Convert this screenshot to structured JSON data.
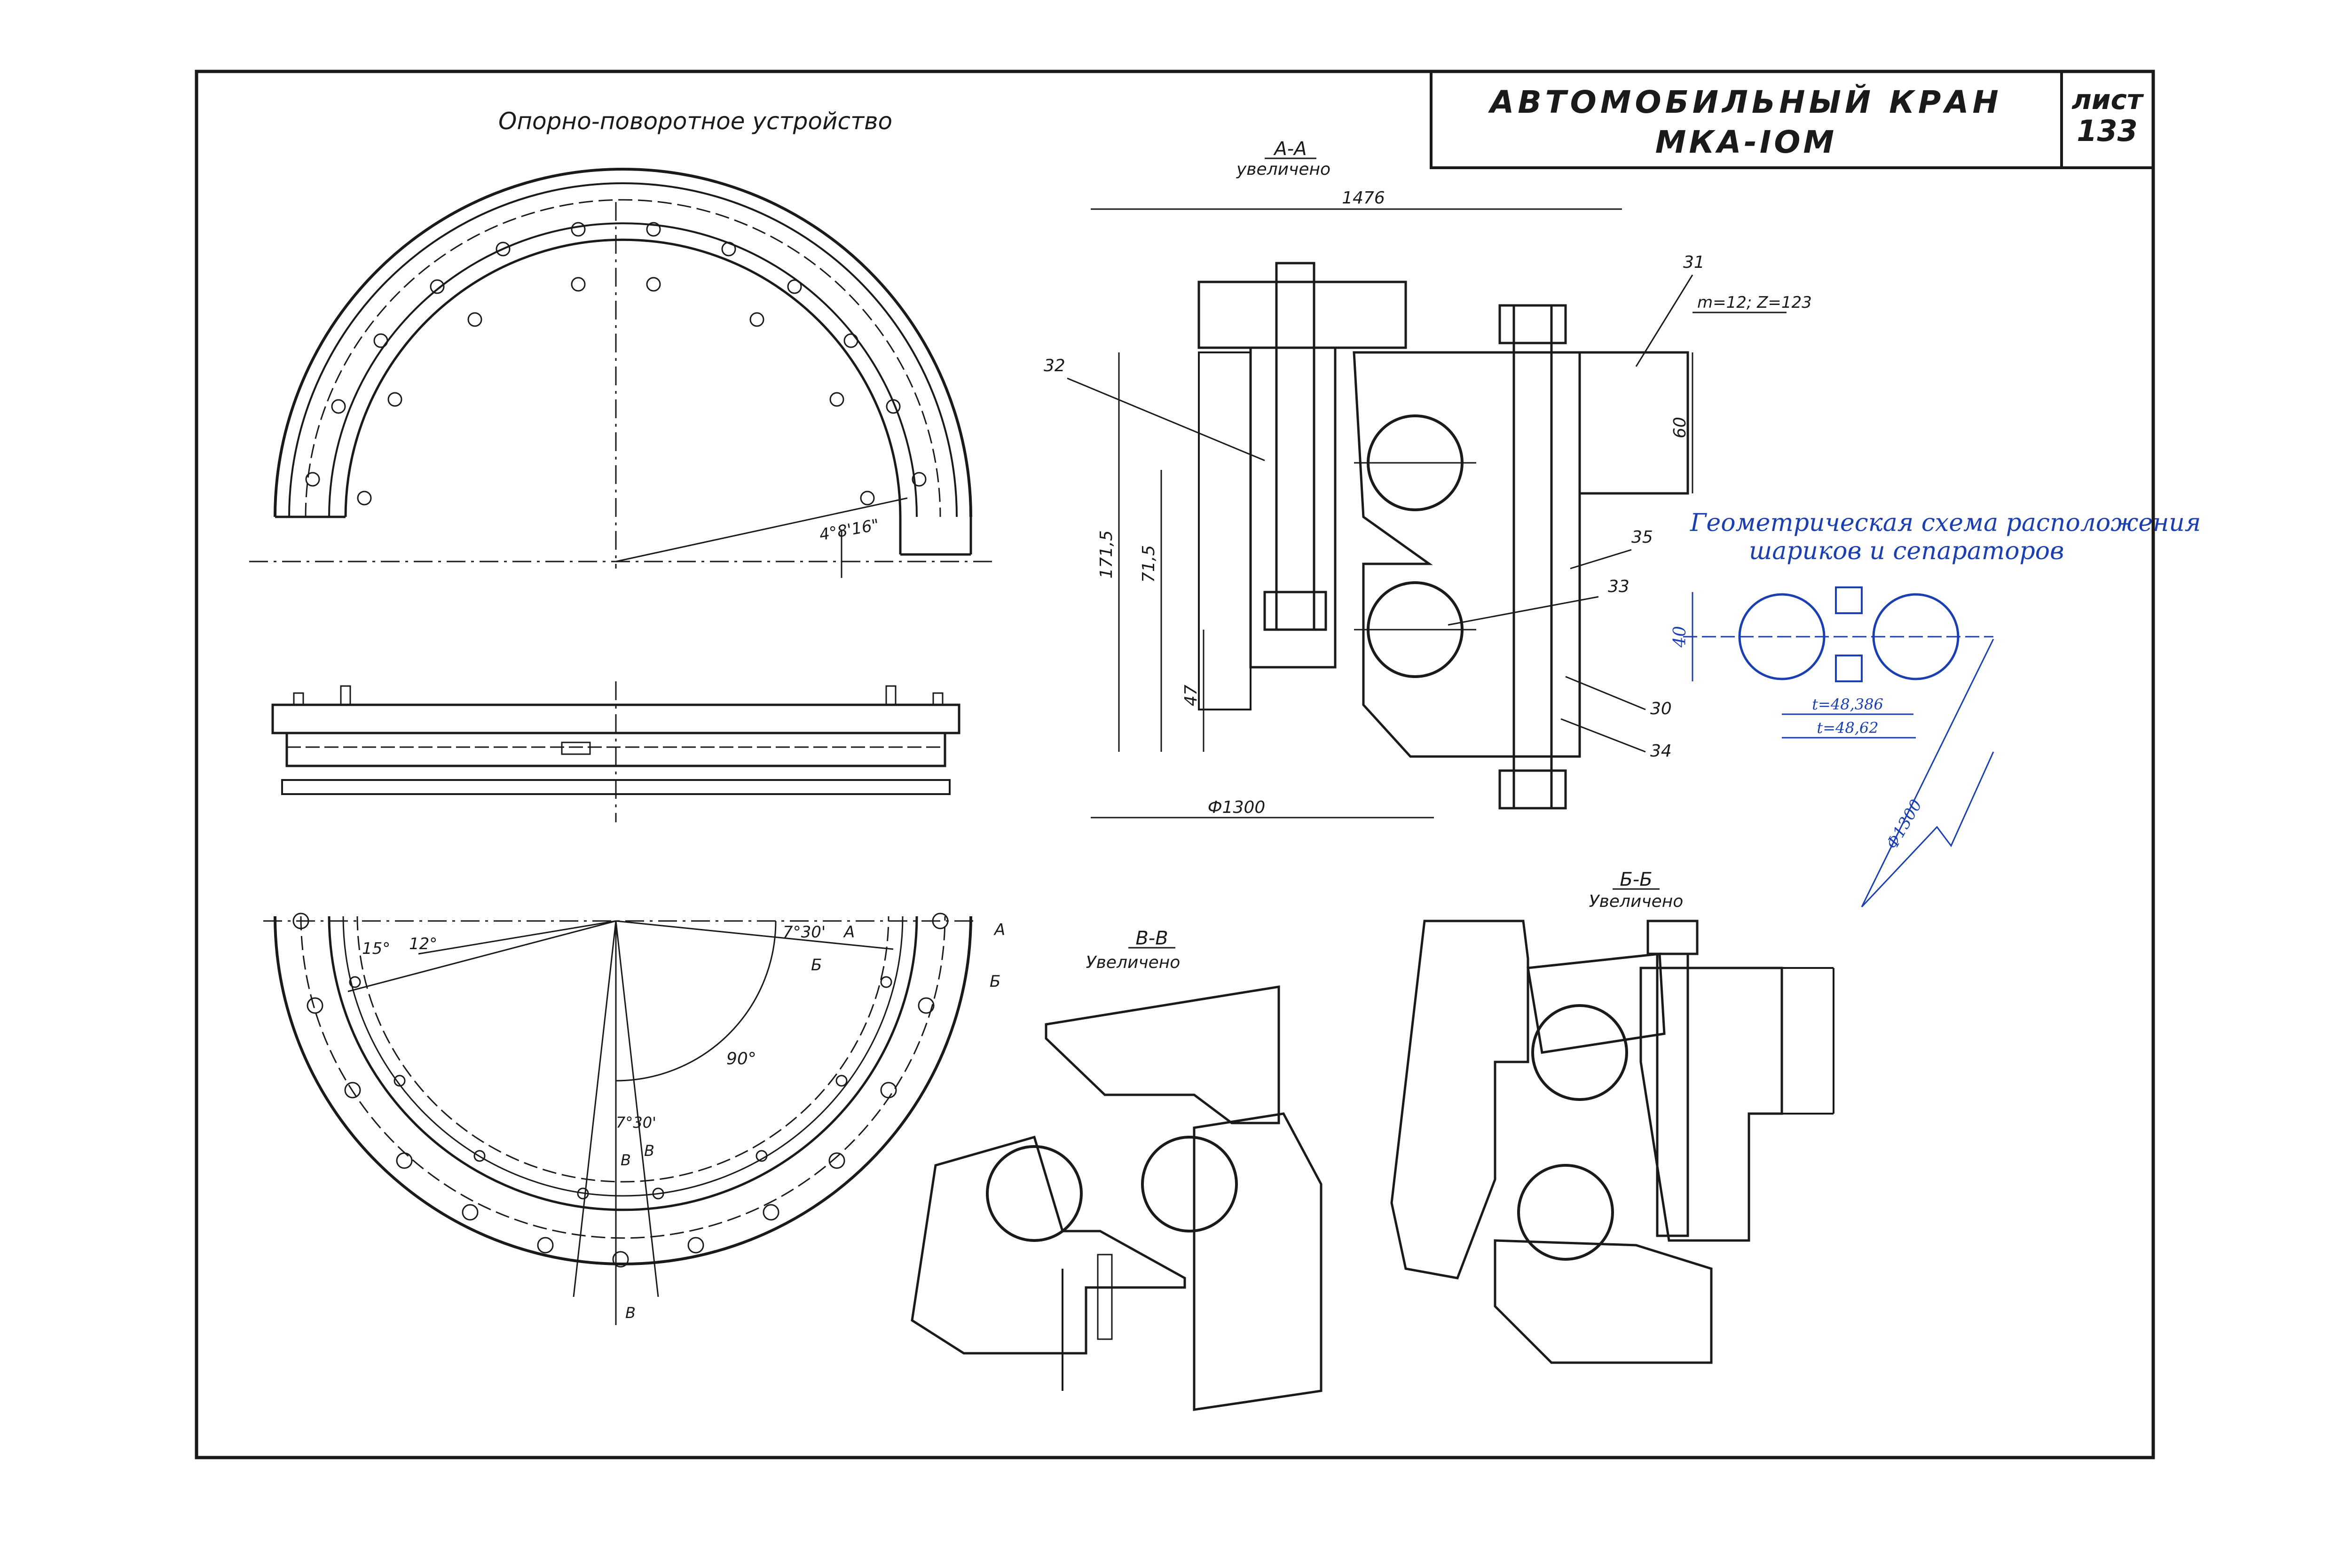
{
  "title_block": {
    "title_line1": "АВТОМОБИЛЬНЫЙ КРАН",
    "title_line2": "МКА-IОМ",
    "sheet_word": "лист",
    "sheet_number": "133"
  },
  "drawing_caption": "Опорно-поворотное устройство",
  "section_aa": {
    "name": "А-А",
    "note": "увеличено",
    "dims": {
      "width_top": "1476",
      "h_total": "171,5",
      "h_mid": "71,5",
      "h_low": "47",
      "h_top": "60",
      "diameter": "Ф1300",
      "gear": "m=12; Z=123"
    },
    "callouts": [
      "31",
      "32",
      "33",
      "35",
      "30",
      "34"
    ]
  },
  "section_vv": {
    "name": "В-В",
    "note": "Увеличено"
  },
  "section_bb": {
    "name": "Б-Б",
    "note": "Увеличено"
  },
  "top_view": {
    "angle": "4°8'16\""
  },
  "bottom_view": {
    "angles": [
      "15°",
      "12°",
      "7°30'",
      "90°",
      "7°30'"
    ],
    "cut_marks": [
      "А",
      "Б",
      "Б",
      "А",
      "В",
      "В",
      "В"
    ]
  },
  "geometry_scheme": {
    "title_line1": "Геометрическая схема расположения",
    "title_line2": "шариков и сепараторов",
    "dim_40": "40",
    "t1": "t=48,386",
    "t2": "t=48,62",
    "diameter": "Ф1300"
  }
}
